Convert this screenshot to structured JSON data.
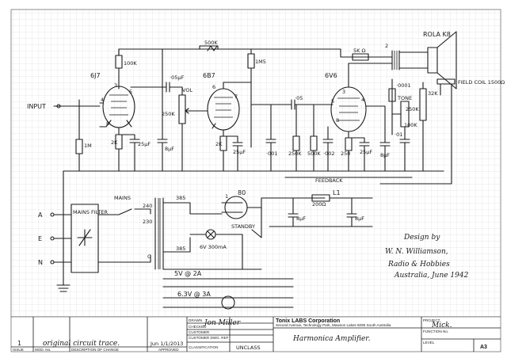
{
  "labels": {
    "rola": "ROLA K8",
    "field_coil": "FIELD COIL 1500Ω",
    "input": "INPUT",
    "tube_6j7": "6J7",
    "tube_6b7": "6B7",
    "tube_6v6": "6V6",
    "tube_80": "80",
    "r_100k": "100K",
    "r_500k_top": "500K",
    "r_1m5": "1M5",
    "r_5k": "5K Ω",
    "c_05": "·05μF",
    "vol": "VOL",
    "r_250k_vol": "250K",
    "c_05_b": "·05",
    "r_1m": "1M",
    "r_2k_a": "2K",
    "c_25_a": "25μF",
    "r_2k_b": "2K",
    "c_25_b": "25μF",
    "c_8_a": "8μF",
    "c_001": "·001",
    "r_250k": "250K",
    "r_500k": "500K",
    "c_002": "·002",
    "r_250": "250",
    "c_25_c": "25μF",
    "c_8_b": "8μF",
    "feedback": "FEEDBACK",
    "tone": "TONE",
    "r_250k_tone": "250K",
    "r_100k_tone": "100K",
    "c_0001": "·0001",
    "c_01": "·01",
    "r_32k": "32K",
    "mains": "MAINS",
    "mains_filter": "MAINS FILTER",
    "v240": "240",
    "v230": "230",
    "v385_a": "385",
    "v385_b": "385",
    "l1": "L1",
    "r_200": "200Ω",
    "standby": "STANDBY",
    "c_8_c": "8μF",
    "c_8_d": "8μF",
    "lamp": "6V 300mA",
    "v5": "5V @ 2A",
    "v63": "6.3V @ 3A",
    "terminal_a": "A",
    "terminal_e": "E",
    "terminal_n": "N",
    "terminal_c": "C",
    "pins": [
      "3",
      "5",
      "4",
      "8",
      "6",
      "7",
      "2",
      "1",
      "3",
      "5",
      "4",
      "8"
    ]
  },
  "credit": {
    "line1": "Design by",
    "line2": "W. N. Williamson,",
    "line3": "Radio & Hobbies",
    "line4": "Australia, June 1942"
  },
  "title_block": {
    "drawn_label": "DRAWN",
    "drawn_value": "Jon Miller",
    "checked_label": "CHECKED",
    "customer_label": "CUSTOMER",
    "customer_dwg_label": "CUSTOMER DWG. REF",
    "classification_label": "CLASSIFICATION",
    "classification_value": "UNCLASS",
    "company": "Tonix LABS Corporation",
    "address": "Second Avenue, Technology Park, Mawson Lakes 5095 South Australia",
    "title": "Harmonica Amplifier.",
    "project_label": "PROJECT",
    "project_value": "Mick.",
    "function_label": "FUNCTION No.",
    "level_label": "LEVEL",
    "size": "A3",
    "issue_label": "ISSUE",
    "mod_label": "MOD. No.",
    "desc_label": "DESCRIPTION OF CHANGE",
    "approved_label": "APPROVED",
    "issue_value": "1",
    "desc_value": "original circuit trace.",
    "date_value": "Jun 1/1/2013"
  }
}
